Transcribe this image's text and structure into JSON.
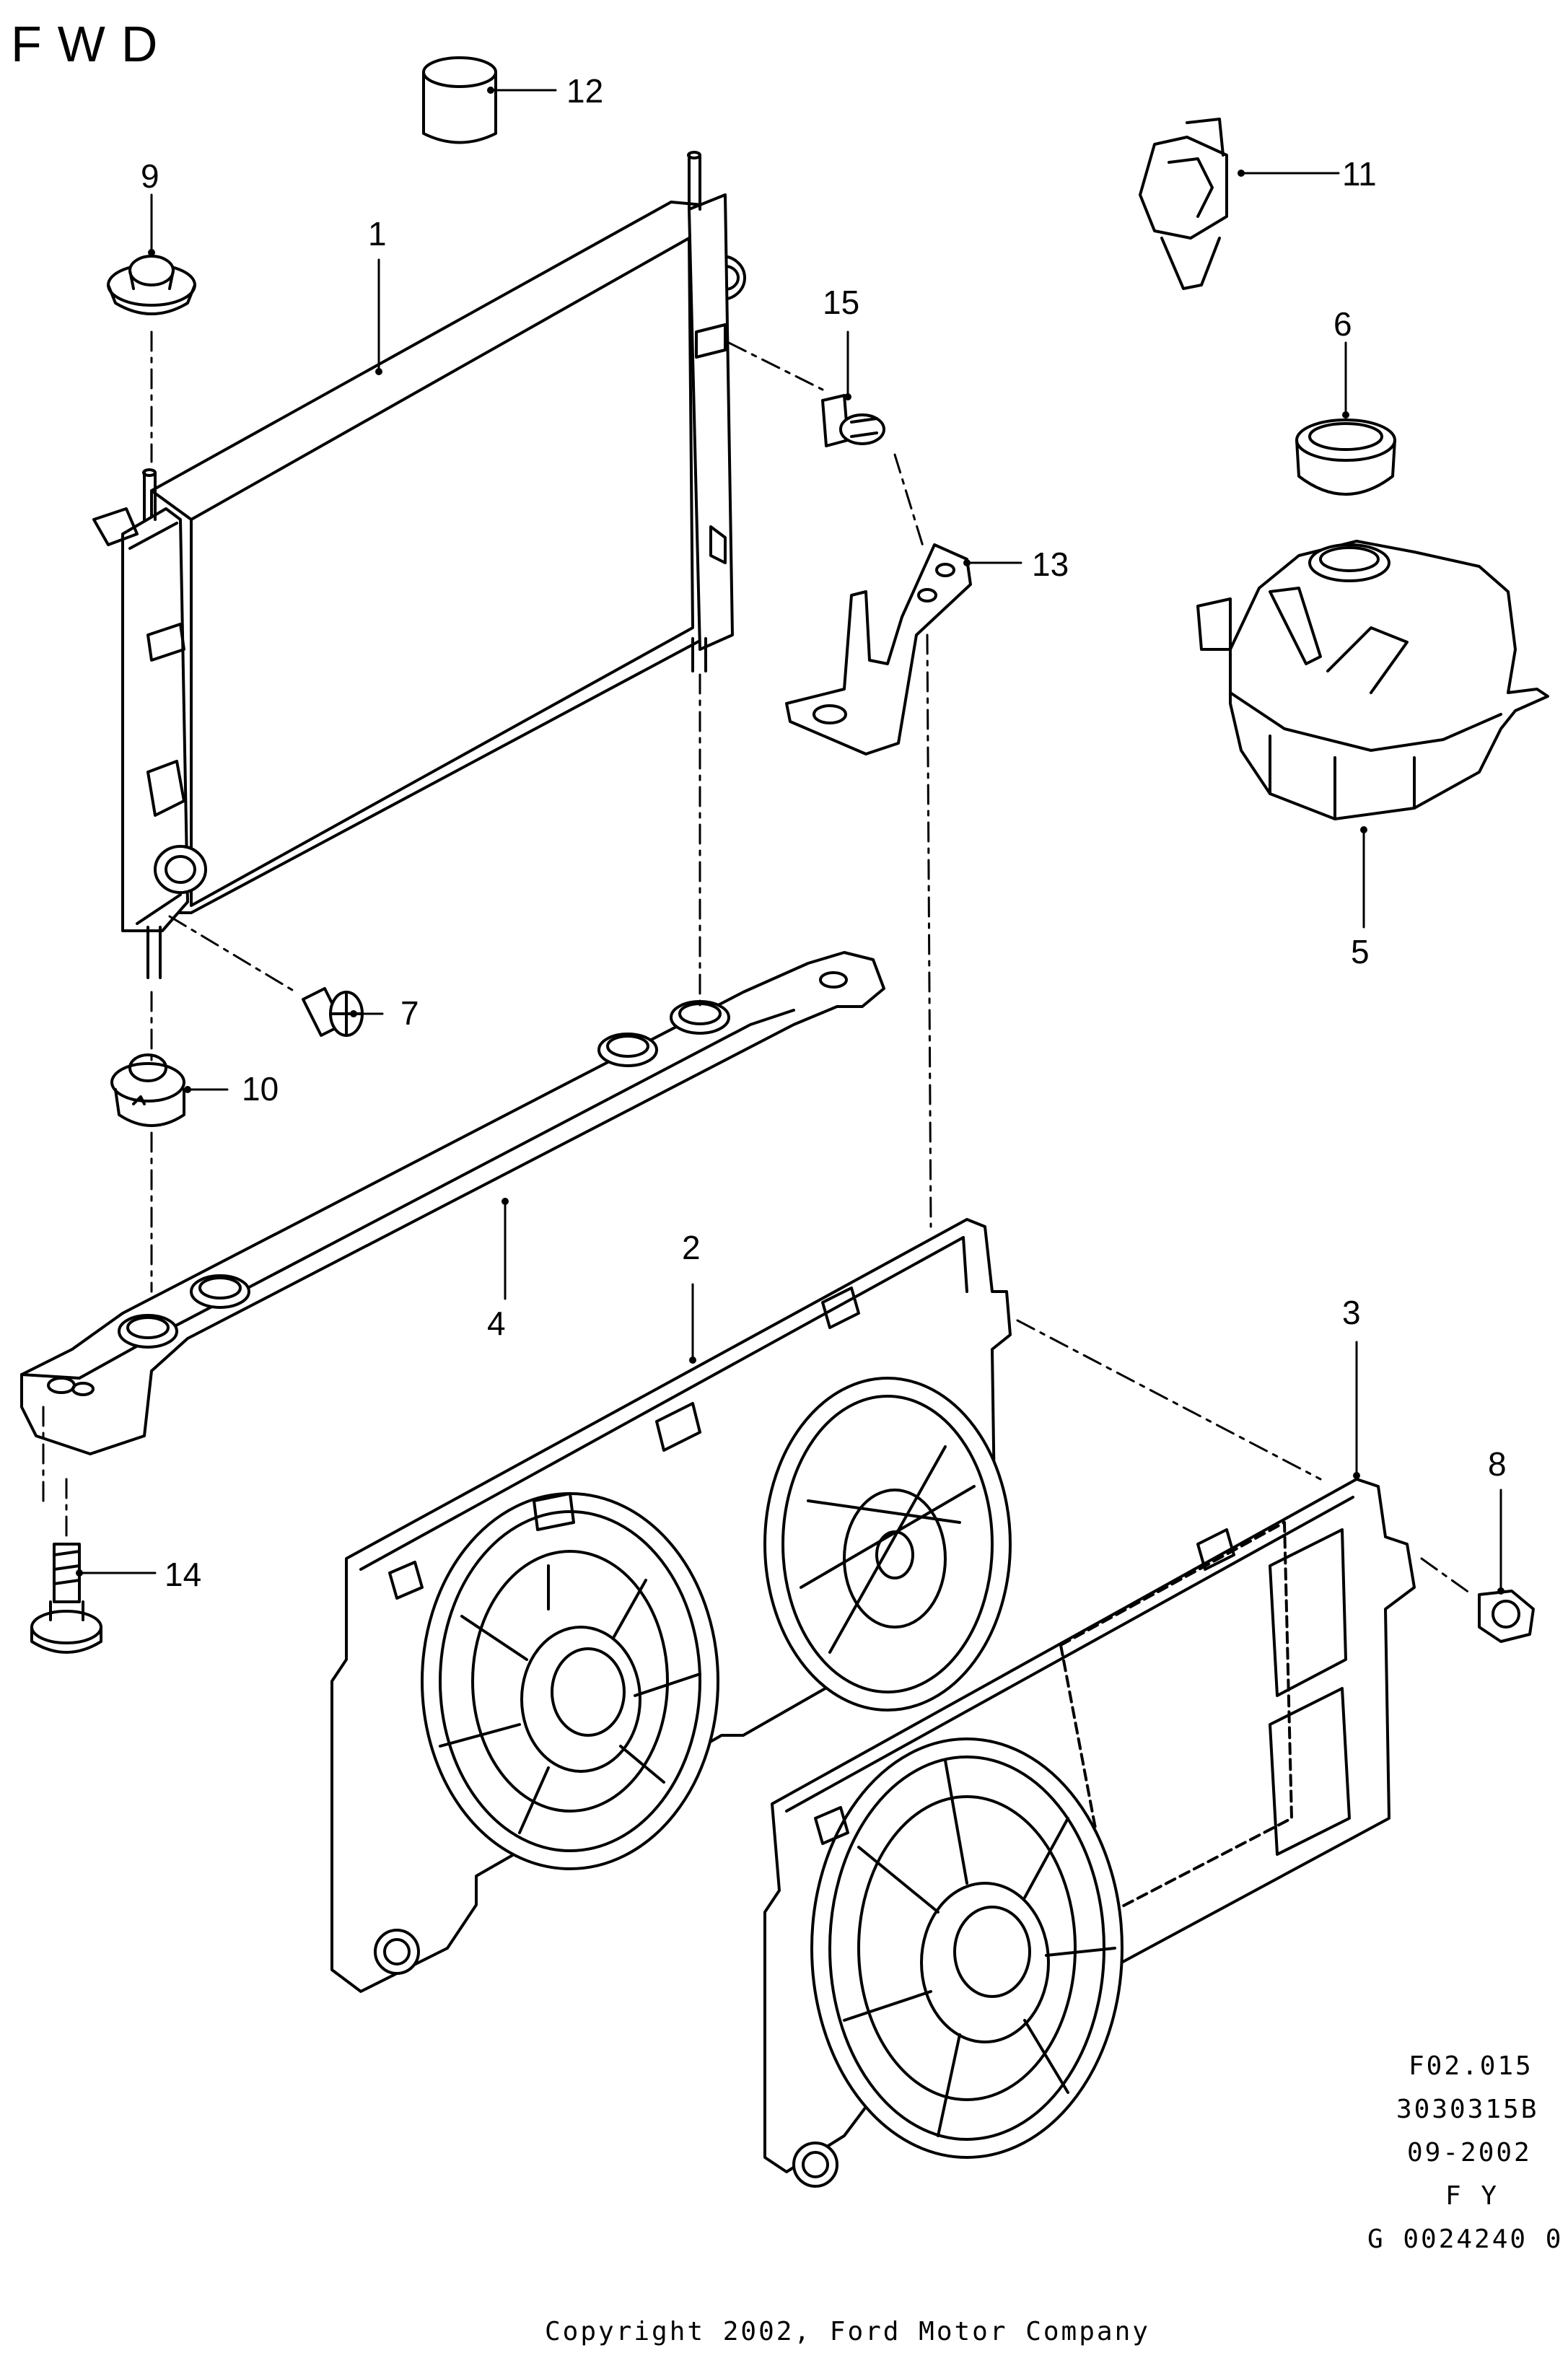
{
  "title": "FWD",
  "callouts": {
    "c1": "1",
    "c2": "2",
    "c3": "3",
    "c4": "4",
    "c5": "5",
    "c6": "6",
    "c7": "7",
    "c8": "8",
    "c9": "9",
    "c10": "10",
    "c11": "11",
    "c12": "12",
    "c13": "13",
    "c14": "14",
    "c15": "15"
  },
  "reference": {
    "line1": "F02.015",
    "line2": "3030315B",
    "line3": "09-2002",
    "line4": "F Y",
    "line5": "G 0024240 0"
  },
  "copyright": "Copyright 2002, Ford Motor Company"
}
